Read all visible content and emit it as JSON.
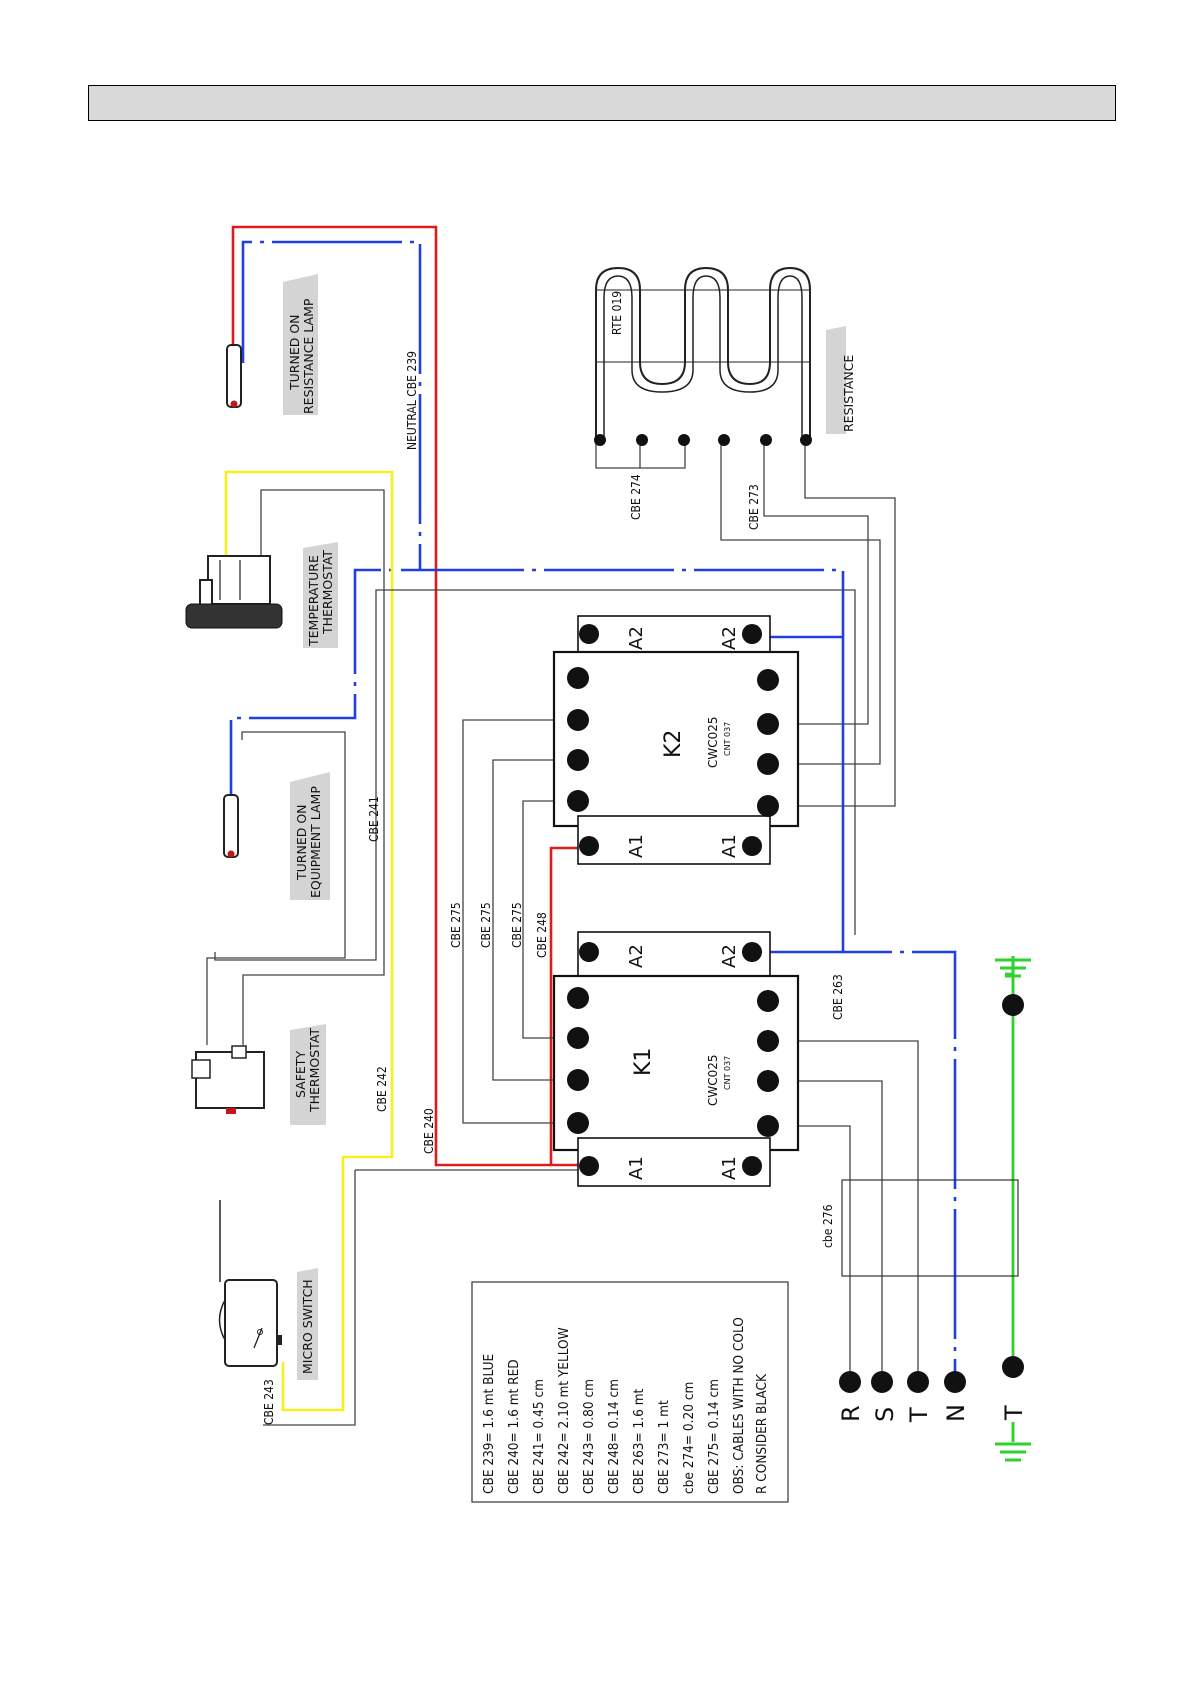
{
  "header": {
    "title": ""
  },
  "colors": {
    "blue": "#1f3fe0",
    "red": "#e01b1b",
    "yellow": "#f7f01a",
    "green": "#2fd12f",
    "black": "#333333",
    "label_bg": "#d4d4d4"
  },
  "components": {
    "resistance_lamp": [
      "TURNED ON",
      "RESISTANCE LAMP"
    ],
    "temperature_thermostat": [
      "TEMPERATURE",
      "THERMOSTAT"
    ],
    "equipment_lamp": [
      "TURNED ON",
      "EQUIPMENT LAMP"
    ],
    "safety_thermostat": [
      "SAFETY",
      "THERMOSTAT"
    ],
    "micro_switch": "MICRO SWITCH",
    "resistance": "RESISTANCE",
    "rte_code": "RTE 019"
  },
  "cables": {
    "neutral": "NEUTRAL CBE 239",
    "cbe274": "CBE 274",
    "cbe273": "CBE 273",
    "cbe241": "CBE 241",
    "cbe242": "CBE 242",
    "cbe240": "CBE 240",
    "cbe243": "CBE 243",
    "cbe275": "CBE 275",
    "cbe248": "CBE 248",
    "cbe263": "CBE 263",
    "cbe276": "cbe 276"
  },
  "contactors": {
    "k1": {
      "name": "K1",
      "model": "CWC025",
      "code": "CNT 037"
    },
    "k2": {
      "name": "K2",
      "model": "CWC025",
      "code": "CNT 037"
    },
    "a1": "A1",
    "a2": "A2"
  },
  "terminals": [
    "R",
    "S",
    "T",
    "N",
    "T"
  ],
  "legend": [
    "CBE 239= 1.6 mt BLUE",
    "CBE 240= 1.6 mt RED",
    "CBE 241= 0.45 cm",
    "CBE 242= 2.10 mt YELLOW",
    "CBE 243= 0.80 cm",
    "CBE 248= 0.14 cm",
    "CBE 263= 1.6 mt",
    "CBE 273= 1 mt",
    "cbe 274= 0.20 cm",
    "CBE 275= 0.14 cm",
    "OBS: CABLES WITH NO COLO",
    "R CONSIDER BLACK"
  ]
}
